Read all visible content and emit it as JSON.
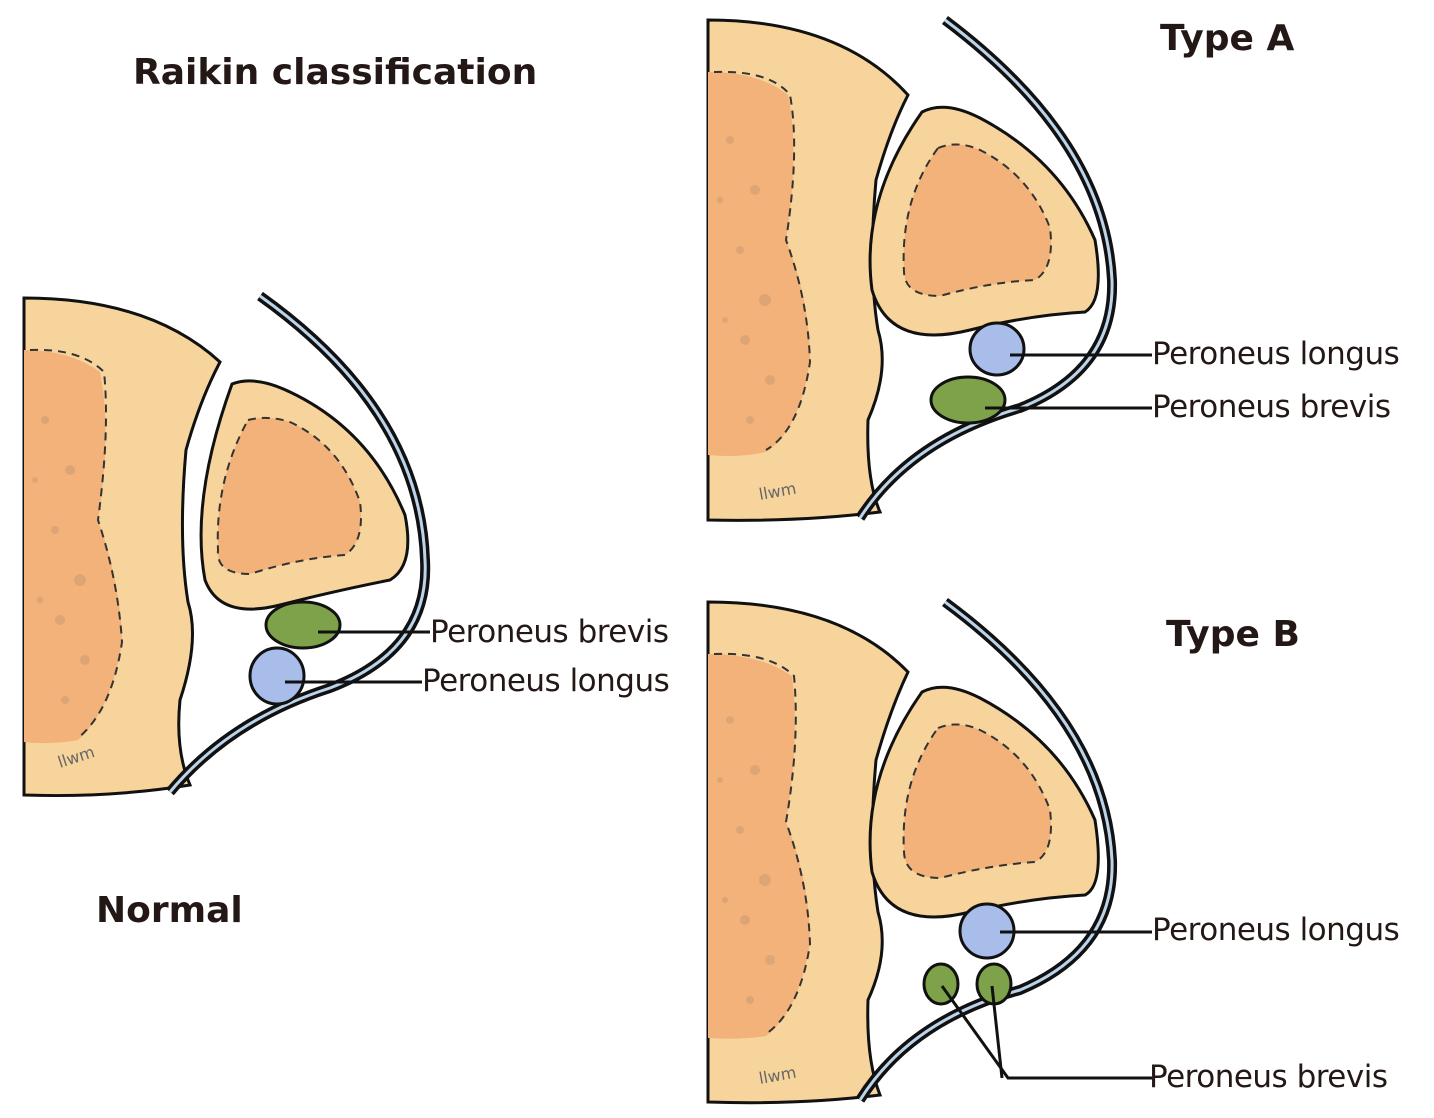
{
  "figure": {
    "main_title": "Raikin classification",
    "colors": {
      "bone_outer": "#f8d49d",
      "bone_inner": "#f2b27a",
      "bone_speckle": "#d9a274",
      "outline": "#111111",
      "sheath_highlight": "#bcd4ea",
      "peroneus_longus": "#a9bdea",
      "peroneus_brevis": "#7ea24a",
      "text": "#231815"
    },
    "panels": [
      {
        "id": "normal",
        "title": "Normal",
        "watermark": "llwm",
        "labels": [
          "Peroneus brevis",
          "Peroneus longus"
        ]
      },
      {
        "id": "type-a",
        "title": "Type A",
        "watermark": "llwm",
        "labels": [
          "Peroneus longus",
          "Peroneus brevis"
        ]
      },
      {
        "id": "type-b",
        "title": "Type B",
        "watermark": "llwm",
        "labels": [
          "Peroneus longus",
          "Peroneus brevis"
        ]
      }
    ]
  }
}
